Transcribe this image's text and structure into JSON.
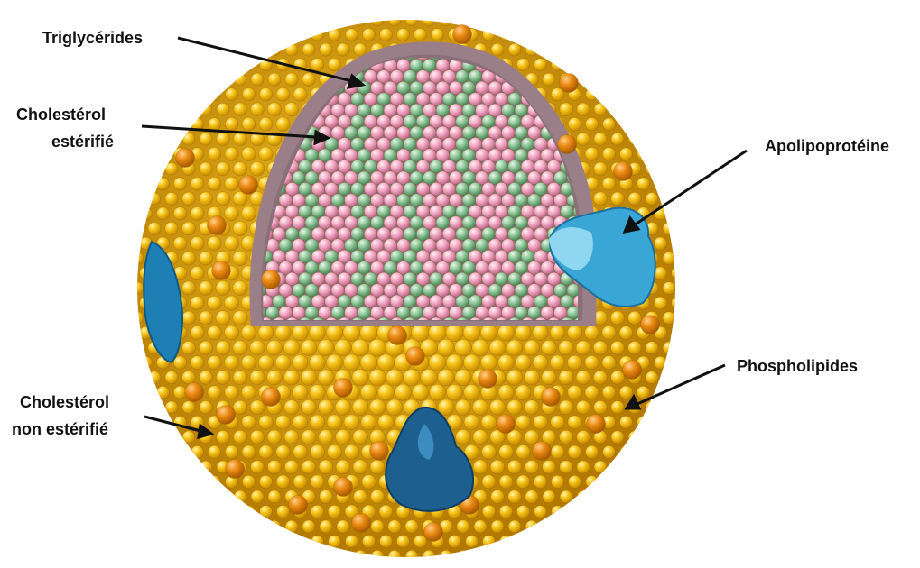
{
  "labels": {
    "triglycerides": "Triglycérides",
    "cholesterol_esterifie_line1": "Cholestérol",
    "cholesterol_esterifie_line2": "estérifié",
    "apolipoproteine": "Apolipoprotéine",
    "phospholipides": "Phospholipides",
    "cholesterol_non_esterifie_line1": "Cholestérol",
    "cholesterol_non_esterifie_line2": "non estérifié"
  },
  "colors": {
    "phospholipid_head": "#f7c51a",
    "phospholipid_shadow": "#c98d00",
    "unesterified_cholesterol": "#ea8a12",
    "triglyceride_sphere": "#f3a9c4",
    "cholesteryl_ester_sphere": "#8fc79a",
    "inner_membrane": "#9a7f88",
    "apolipoprotein_light": "#5bbde0",
    "apolipoprotein_dark": "#1d6f9e",
    "arrow": "#111111"
  }
}
